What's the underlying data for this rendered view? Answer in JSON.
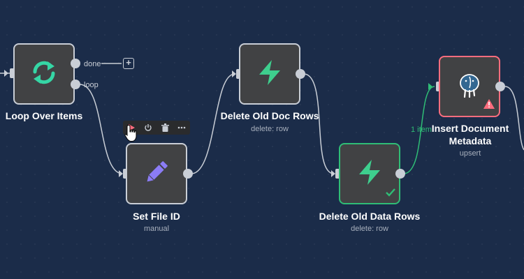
{
  "nodes": {
    "loop": {
      "title": "Loop Over Items",
      "outputs": {
        "done": "done",
        "loop": "loop"
      }
    },
    "set_file": {
      "title": "Set File ID",
      "subtitle": "manual"
    },
    "delete_doc": {
      "title": "Delete Old Doc Rows",
      "subtitle": "delete: row"
    },
    "delete_data": {
      "title": "Delete Old Data Rows",
      "subtitle": "delete: row"
    },
    "insert_doc": {
      "title_line1": "Insert Document",
      "title_line2": "Metadata",
      "subtitle": "upsert"
    }
  },
  "connections": {
    "items_label": "1 item"
  },
  "colors": {
    "canvas": "#1b2c49",
    "node_bg": "#414244",
    "node_border": "#c9ced6",
    "success": "#2fbd76",
    "error": "#ff6d7e",
    "loop_icon": "#35d6a5",
    "set_icon": "#8b7cf6",
    "supabase_icon": "#3ecf8e"
  },
  "toolbar": {
    "icons": [
      "play-icon",
      "power-icon",
      "trash-icon",
      "more-icon"
    ]
  }
}
